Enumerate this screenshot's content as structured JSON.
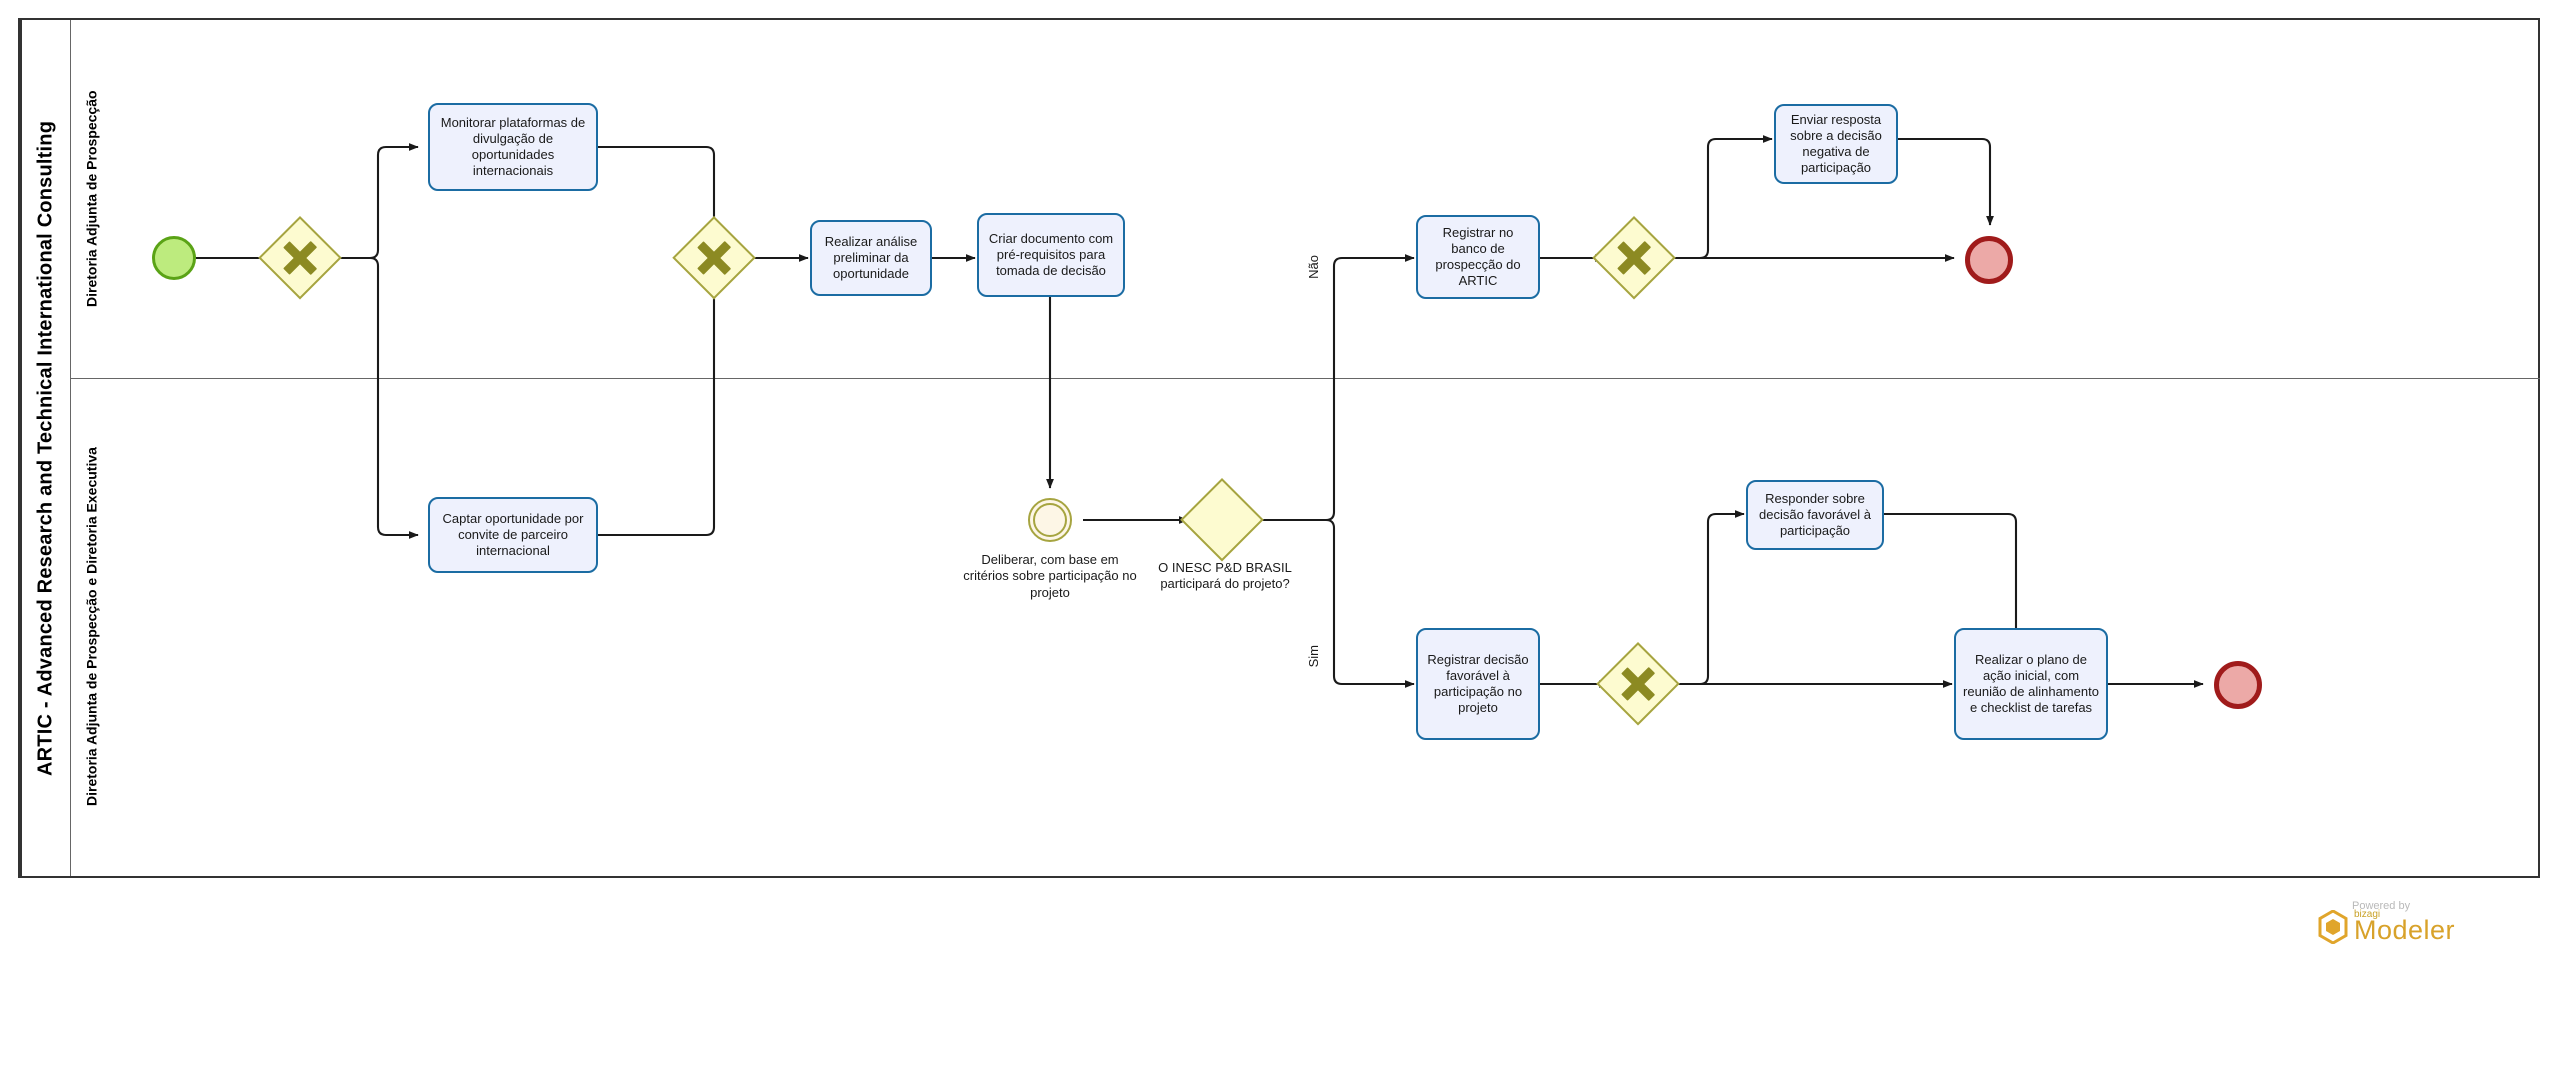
{
  "diagram": {
    "type": "bpmn-process",
    "pool_label": "ARTIC - Advanced Research and Technical International Consulting",
    "lanes": [
      {
        "id": "lane-prospeccao",
        "label": "Diretoria Adjunta de Prospecção"
      },
      {
        "id": "lane-executiva",
        "label": "Diretoria Adjunta de Prospecção e Diretoria Executiva"
      }
    ],
    "colors": {
      "task_fill": "#eef1fd",
      "task_stroke": "#1b6ca3",
      "gateway_fill": "#fdfbd0",
      "gateway_stroke": "#a6a440",
      "start_event_fill": "#bdeb7e",
      "start_event_stroke": "#5aa316",
      "end_event_fill": "#eca9a7",
      "end_event_stroke": "#a01b1b",
      "intermediate_event_fill": "#fdf6e6",
      "flow_stroke": "#333333"
    },
    "tasks": [
      {
        "id": "t-monitorar",
        "label": "Monitorar plataformas de divulgação de oportunidades internacionais",
        "lane": "lane-prospeccao"
      },
      {
        "id": "t-captar",
        "label": "Captar oportunidade por convite de parceiro internacional",
        "lane": "lane-executiva"
      },
      {
        "id": "t-analise",
        "label": "Realizar análise preliminar da oportunidade",
        "lane": "lane-prospeccao"
      },
      {
        "id": "t-criardoc",
        "label": "Criar documento com pré-requisitos para tomada de decisão",
        "lane": "lane-prospeccao"
      },
      {
        "id": "t-registrarbanco",
        "label": "Registrar no banco de prospecção do ARTIC",
        "lane": "lane-prospeccao"
      },
      {
        "id": "t-enviarresp",
        "label": "Enviar resposta sobre a decisão negativa de participação",
        "lane": "lane-prospeccao"
      },
      {
        "id": "t-registrardec",
        "label": "Registrar decisão favorável à participação no projeto",
        "lane": "lane-executiva"
      },
      {
        "id": "t-responder",
        "label": "Responder sobre decisão favorável à participação",
        "lane": "lane-executiva"
      },
      {
        "id": "t-plano",
        "label": "Realizar o plano de ação inicial, com reunião de alinhamento  e checklist de tarefas",
        "lane": "lane-executiva"
      }
    ],
    "events": [
      {
        "id": "ev-start",
        "kind": "start",
        "label": ""
      },
      {
        "id": "ev-inter",
        "kind": "intermediate",
        "label": "Deliberar, com base em critérios sobre participação no projeto"
      },
      {
        "id": "ev-end-top",
        "kind": "end",
        "label": ""
      },
      {
        "id": "ev-end-bot",
        "kind": "end",
        "label": ""
      }
    ],
    "gateways": [
      {
        "id": "gw-split-inicio",
        "kind": "exclusive",
        "marker": "X",
        "label": ""
      },
      {
        "id": "gw-join-inicio",
        "kind": "exclusive",
        "marker": "X",
        "label": ""
      },
      {
        "id": "gw-decisao",
        "kind": "exclusive",
        "marker": "none",
        "label": "O INESC P&D BRASIL participará do projeto?"
      },
      {
        "id": "gw-join-nao",
        "kind": "exclusive",
        "marker": "X",
        "label": ""
      },
      {
        "id": "gw-split-sim",
        "kind": "exclusive",
        "marker": "X",
        "label": ""
      }
    ],
    "flow_labels": [
      {
        "id": "fl-nao",
        "text": "Não"
      },
      {
        "id": "fl-sim",
        "text": "Sim"
      }
    ]
  },
  "watermark": {
    "powered_by": "Powered by",
    "brand_small": "bizagi",
    "brand_main": "Modeler"
  }
}
